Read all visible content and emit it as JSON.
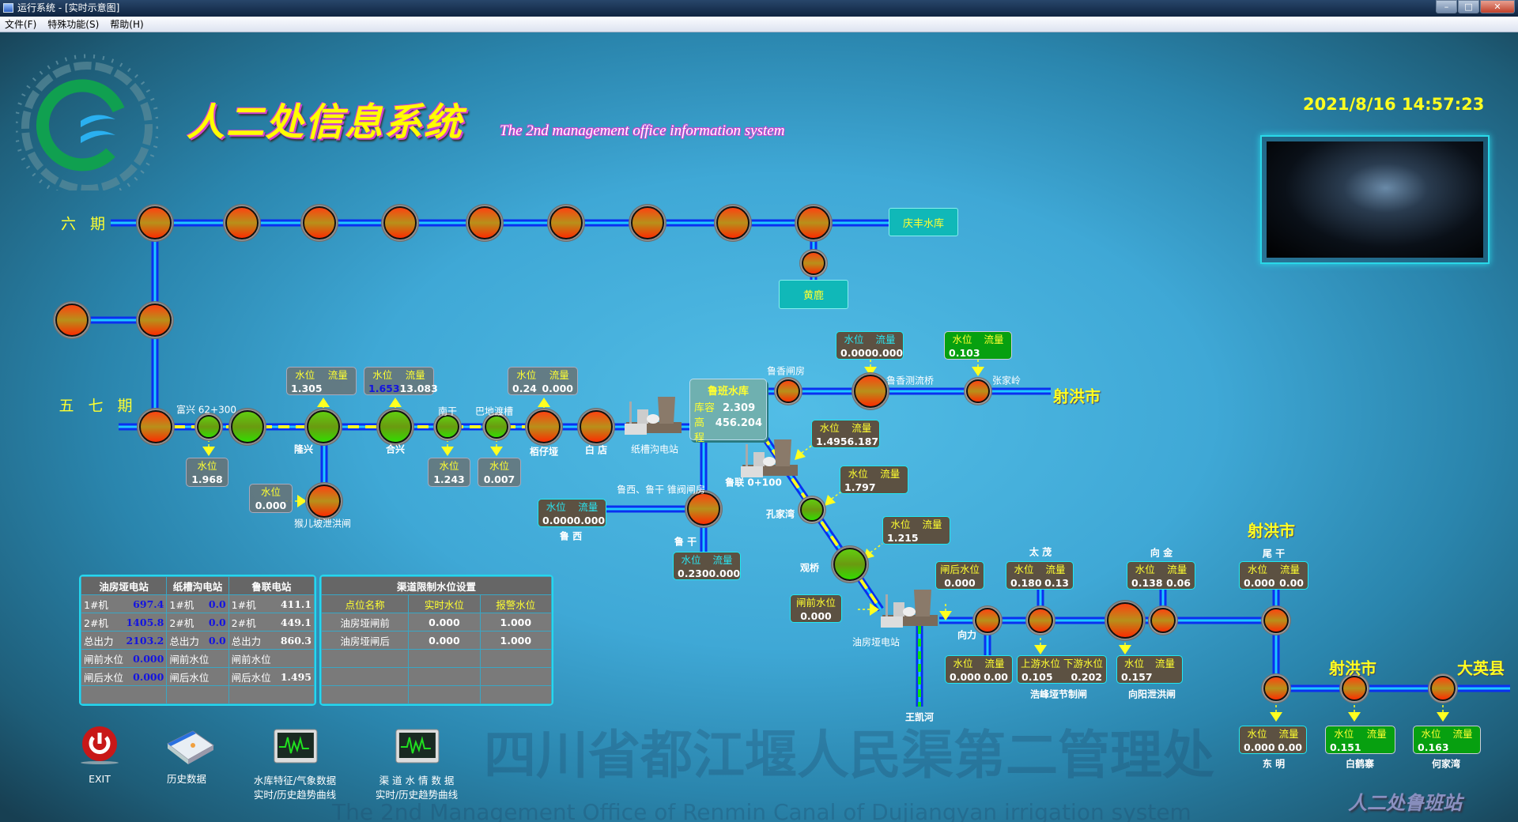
{
  "window": {
    "title": "运行系统 - [实时示意图]",
    "menu": [
      "文件(F)",
      "特殊功能(S)",
      "帮助(H)"
    ],
    "controls": [
      "–",
      "□",
      "✕"
    ]
  },
  "header": {
    "title_cn": "人二处信息系统",
    "title_en": "The 2nd management office information system",
    "datetime": "2021/8/16 14:57:23"
  },
  "lines": {
    "liuqi": "六 期",
    "wuqi": "五 七 期"
  },
  "places": {
    "qingfeng": "庆丰水库",
    "huanglu": "黄鹿"
  },
  "reservoir": {
    "name": "鲁班水库",
    "cap_label": "库容",
    "cap": "2.309",
    "elev_label": "高程",
    "elev": "456.204"
  },
  "labels": {
    "fuxing": "富兴 62+300",
    "longxing": "隆兴",
    "hexing": "合兴",
    "nangan": "南干",
    "badi": "巴地渡槽",
    "baiziya": "栢仔垭",
    "baidian": "白 店",
    "zhicaogou": "纸槽沟电站",
    "houerpo": "猴儿坡泄洪闸",
    "luxi_gate": "鲁西、鲁干 锥阀闸房",
    "luxi": "鲁 西",
    "lugan": "鲁 干",
    "luxiang_gate": "鲁香闸房",
    "luxiang_bridge": "鲁香测流桥",
    "zhangjialing": "张家岭",
    "shehong1": "射洪市",
    "lulian": "鲁联 0+100",
    "kongjiawan": "孔家湾",
    "guanqiao": "观桥",
    "youfangya": "油房垭电站",
    "wangkaihe": "王凯河",
    "xiangli": "向力",
    "taimao": "太 茂",
    "xiangjin": "向 金",
    "weigan": "尾 干",
    "shehong2": "射洪市",
    "haofengya": "浩峰垭节制闸",
    "xiangyang": "向阳泄洪闸",
    "shehong3": "射洪市",
    "daying": "大英县",
    "dongming": "东 明",
    "baihezhai": "白鹤寨",
    "hejiawan": "何家湾"
  },
  "node_status": [
    "red",
    "red",
    "red",
    "red",
    "red",
    "red",
    "red",
    "red",
    "red",
    "red",
    "red",
    "red",
    "red",
    "green",
    "green",
    "green",
    "green",
    "green",
    "green",
    "red",
    "red",
    "red",
    "red",
    "red",
    "red",
    "red",
    "green",
    "green",
    "red",
    "red",
    "red",
    "red",
    "red",
    "red",
    "red",
    "red"
  ],
  "gauges": [
    {
      "style": "grey",
      "h1": "水位",
      "h2": "流量",
      "v1": "1.305",
      "v2": ""
    },
    {
      "style": "grey",
      "h1": "水位",
      "h2": "流量",
      "v1": "1.653",
      "v2": "13.083",
      "v1_color": "#1414e0"
    },
    {
      "style": "grey",
      "h1": "水位",
      "h2": "流量",
      "v1": "0.24",
      "v2": "0.000"
    },
    {
      "style": "grey single",
      "h1": "水位",
      "v1": "1.968"
    },
    {
      "style": "grey single",
      "h1": "水位",
      "v1": "1.243"
    },
    {
      "style": "grey single",
      "h1": "水位",
      "v1": "0.007"
    },
    {
      "style": "grey single",
      "h1": "水位",
      "v1": "0.000"
    },
    {
      "style": "brown-cyan",
      "h1": "水位",
      "h2": "流量",
      "v1": "0.000",
      "v2": "0.000"
    },
    {
      "style": "brown-cyan",
      "h1": "水位",
      "h2": "流量",
      "v1": "0.230",
      "v2": "0.000"
    },
    {
      "style": "brown-cyan",
      "h1": "水位",
      "h2": "流量",
      "v1": "0.000",
      "v2": "0.000"
    },
    {
      "style": "green",
      "h1": "水位",
      "h2": "流量",
      "v1": "0.103",
      "v2": ""
    },
    {
      "style": "brown",
      "h1": "水位",
      "h2": "流量",
      "v1": "1.495",
      "v2": "6.187"
    },
    {
      "style": "brown",
      "h1": "水位",
      "h2": "流量",
      "v1": "1.797",
      "v2": ""
    },
    {
      "style": "brown",
      "h1": "水位",
      "h2": "流量",
      "v1": "1.215",
      "v2": ""
    },
    {
      "style": "brown single",
      "h1": "闸前水位",
      "v1": "0.000"
    },
    {
      "style": "brown single",
      "h1": "闸后水位",
      "v1": "0.000"
    },
    {
      "style": "brown",
      "h1": "水位",
      "h2": "流量",
      "v1": "0.180",
      "v2": "0.13"
    },
    {
      "style": "brown",
      "h1": "水位",
      "h2": "流量",
      "v1": "0.138",
      "v2": "0.06"
    },
    {
      "style": "brown",
      "h1": "水位",
      "h2": "流量",
      "v1": "0.000",
      "v2": "0.00"
    },
    {
      "style": "brown",
      "h1": "水位",
      "h2": "流量",
      "v1": "0.000",
      "v2": "0.00"
    },
    {
      "style": "brown",
      "h1": "上游水位",
      "h2": "下游水位",
      "v1": "0.105",
      "v2": "0.202"
    },
    {
      "style": "brown",
      "h1": "水位",
      "h2": "流量",
      "v1": "0.157",
      "v2": ""
    },
    {
      "style": "brown",
      "h1": "水位",
      "h2": "流量",
      "v1": "0.000",
      "v2": "0.00"
    },
    {
      "style": "green",
      "h1": "水位",
      "h2": "流量",
      "v1": "0.151",
      "v2": ""
    },
    {
      "style": "green",
      "h1": "水位",
      "h2": "流量",
      "v1": "0.163",
      "v2": ""
    }
  ],
  "power_table": {
    "headers": [
      "油房垭电站",
      "纸槽沟电站",
      "鲁联电站"
    ],
    "value_colors": [
      "#1414e0",
      "#1414e0",
      "#ffffff"
    ],
    "rows": [
      [
        [
          "1#机",
          "697.4"
        ],
        [
          "1#机",
          "0.0"
        ],
        [
          "1#机",
          "411.1"
        ]
      ],
      [
        [
          "2#机",
          "1405.8"
        ],
        [
          "2#机",
          "0.0"
        ],
        [
          "2#机",
          "449.1"
        ]
      ],
      [
        [
          "总出力",
          "2103.2"
        ],
        [
          "总出力",
          "0.0"
        ],
        [
          "总出力",
          "860.3"
        ]
      ],
      [
        [
          "闸前水位",
          "0.000"
        ],
        [
          "闸前水位",
          ""
        ],
        [
          "闸前水位",
          ""
        ]
      ],
      [
        [
          "闸后水位",
          "0.000"
        ],
        [
          "闸后水位",
          ""
        ],
        [
          "闸后水位",
          "1.495"
        ]
      ]
    ]
  },
  "limit_table": {
    "title": "渠道限制水位设置",
    "headers": [
      "点位名称",
      "实时水位",
      "报警水位"
    ],
    "rows": [
      [
        "油房垭闸前",
        "0.000",
        "1.000"
      ],
      [
        "油房垭闸后",
        "0.000",
        "1.000"
      ]
    ]
  },
  "buttons": {
    "exit": "EXIT",
    "history": "历史数据",
    "reservoir_l1": "水库特征/气象数据",
    "reservoir_l2": "实时/历史趋势曲线",
    "canal_l1": "渠 道 水 情 数 据",
    "canal_l2": "实时/历史趋势曲线"
  },
  "watermark": {
    "cn": "四川省都江堰人民渠第二管理处",
    "en": "The 2nd Management Office of Renmin Canal of Dujiangyan irrigation system",
    "sign": "人二处鲁班站"
  }
}
